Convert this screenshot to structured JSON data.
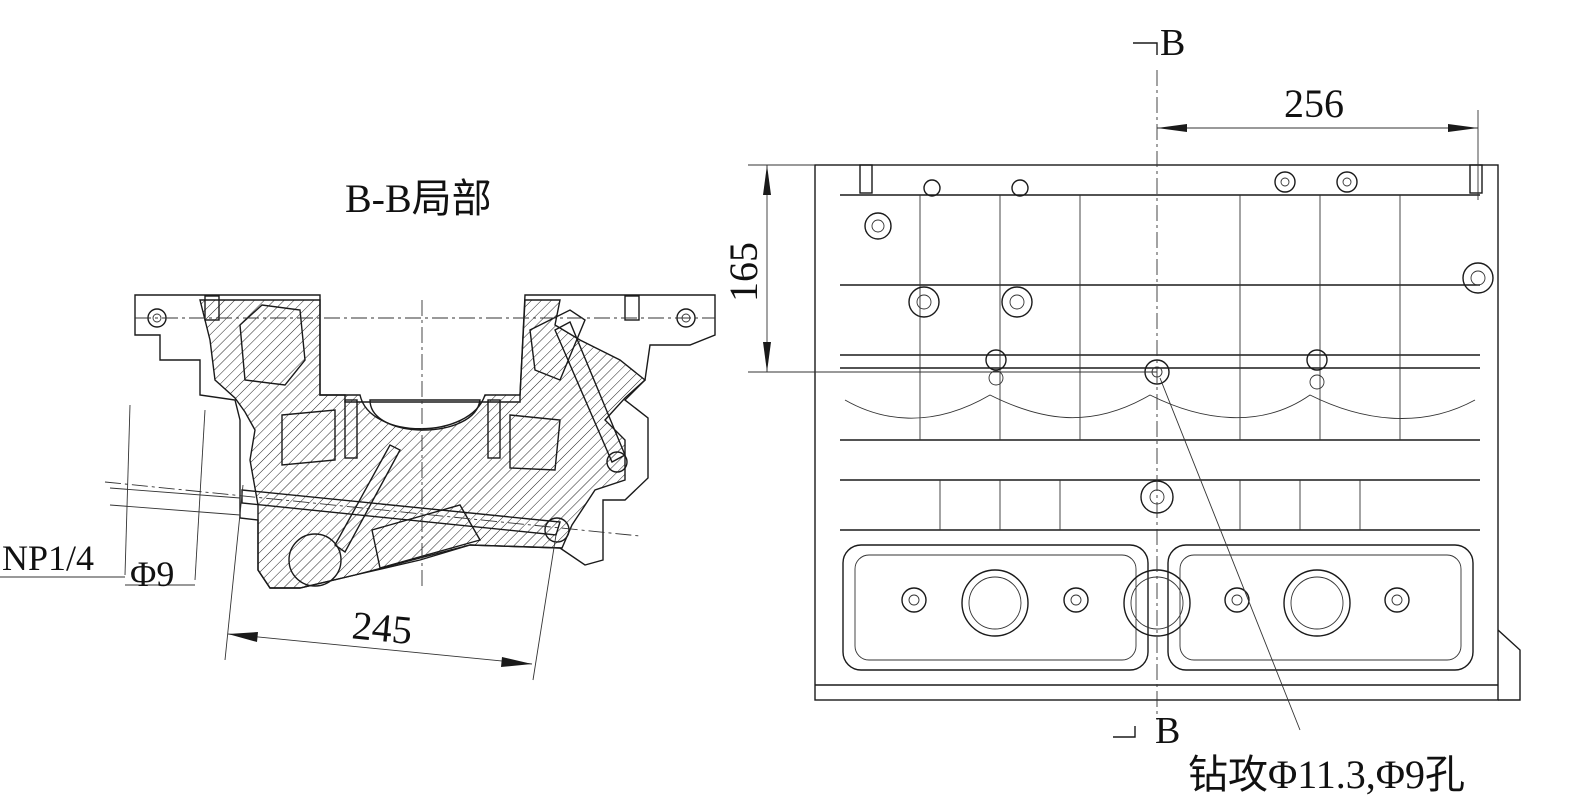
{
  "section_view": {
    "title": "B-B局部",
    "dim_width": "245",
    "thread_label": "NP1/4",
    "hole_label": "Φ9"
  },
  "main_view": {
    "dim_height": "165",
    "dim_offset": "256",
    "section_marker_top": "B",
    "section_marker_bottom": "B",
    "drill_note": "钻攻Φ11.3,Φ9孔"
  }
}
